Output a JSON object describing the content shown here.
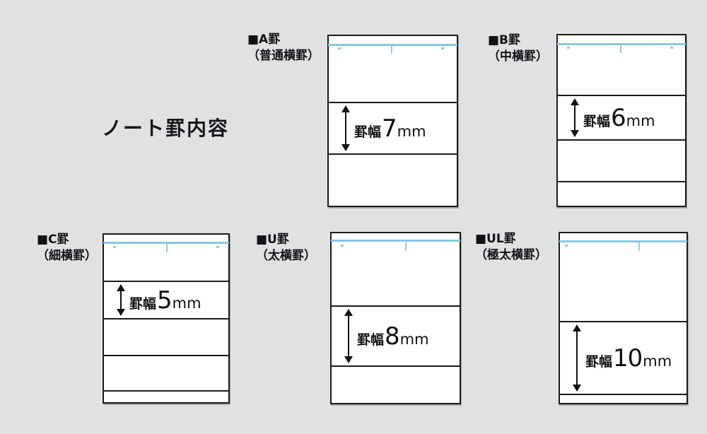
{
  "page": {
    "title": "ノート罫内容",
    "background_color": "#e0e1e1"
  },
  "colors": {
    "header_line_blue": "#85c9e6",
    "tick_blue": "#8fcce9",
    "rule_line_black": "#1a1a1a",
    "card_background": "#ffffff",
    "text_color": "#15171c"
  },
  "measure_prefix": "罫幅",
  "measure_unit": "mm",
  "cards": [
    {
      "id": "A",
      "name": "■A罫",
      "subname": "（普通横罫）",
      "value": "7",
      "rule_width_mm": 7
    },
    {
      "id": "B",
      "name": "■B罫",
      "subname": "（中横罫）",
      "value": "6",
      "rule_width_mm": 6
    },
    {
      "id": "C",
      "name": "■C罫",
      "subname": "（細横罫）",
      "value": "5",
      "rule_width_mm": 5
    },
    {
      "id": "U",
      "name": "■U罫",
      "subname": "（太横罫）",
      "value": "8",
      "rule_width_mm": 8
    },
    {
      "id": "UL",
      "name": "■UL罫",
      "subname": "（極太横罫）",
      "value": "10",
      "rule_width_mm": 10
    }
  ]
}
